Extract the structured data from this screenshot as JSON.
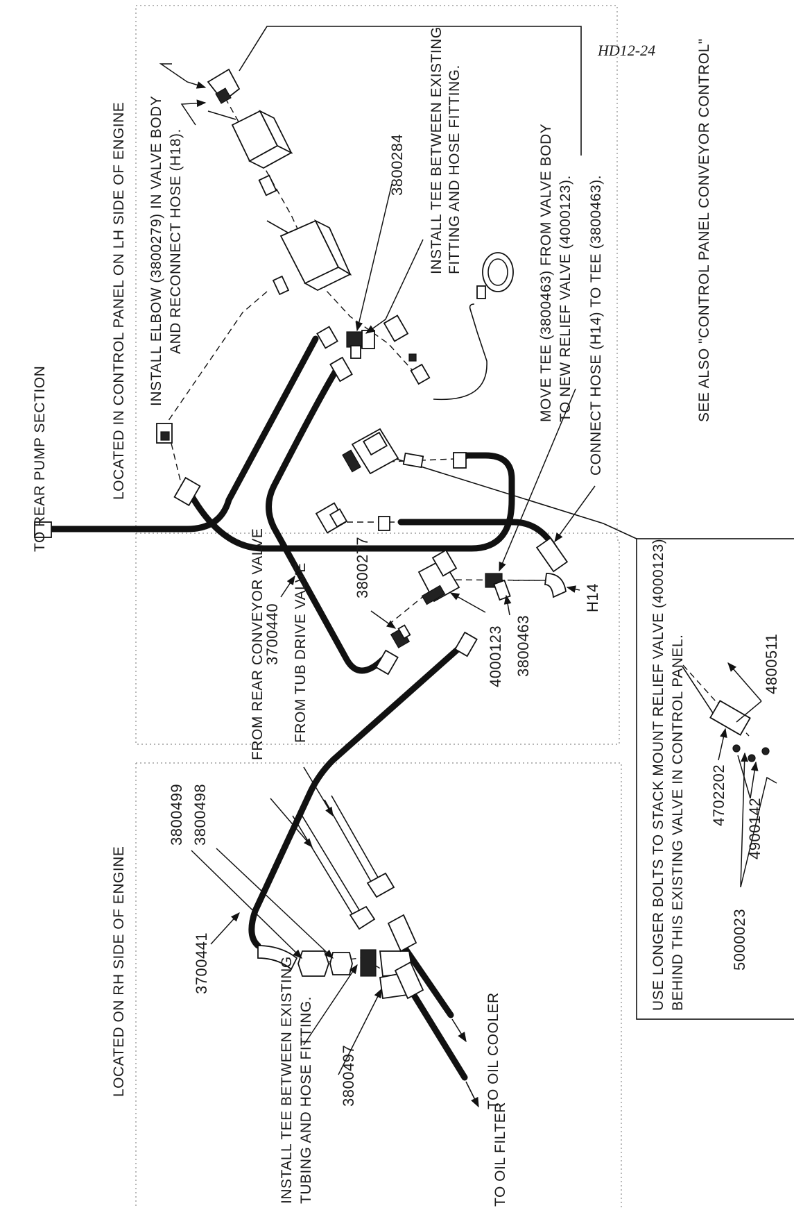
{
  "figure_ref": "HD12-24",
  "labels": {
    "rear_pump": "TO REAR PUMP SECTION",
    "control_panel": "LOCATED IN CONTROL PANEL ON LH SIDE OF ENGINE",
    "elbow_note_1": "INSTALL ELBOW (3800279) IN VALVE BODY",
    "elbow_note_2": "AND RECONNECT HOSE (H18).",
    "tee_note_1": "INSTALL TEE BETWEEN EXISTING",
    "tee_note_2": "FITTING AND HOSE FITTING.",
    "move_tee_1": "MOVE TEE (3800463) FROM VALVE BODY",
    "move_tee_2": "TO NEW RELIEF VALVE (4000123).",
    "connect_hose": "CONNECT HOSE (H14) TO TEE (3800463).",
    "see_also": "SEE ALSO \"CONTROL PANEL CONVEYOR CONTROL\"",
    "rh_side": "LOCATED ON RH SIDE OF ENGINE",
    "from_rear_conveyor": "FROM REAR CONVEYOR VALVE",
    "from_tub_drive": "FROM TUB DRIVE VALVE",
    "install_tee_bottom_1": "INSTALL TEE BETWEEN EXISTING",
    "install_tee_bottom_2": "TUBING AND HOSE FITTING.",
    "to_oil_cooler": "TO OIL COOLER",
    "to_oil_filter": "TO OIL FILTER",
    "longer_bolts_1": "USE LONGER BOLTS TO STACK MOUNT RELIEF VALVE (4000123)",
    "longer_bolts_2": "BEHIND THIS EXISTING VALVE IN CONTROL PANEL."
  },
  "part_numbers": {
    "p3800284": "3800284",
    "p3800277": "3800277",
    "p3700440": "3700440",
    "p4000123": "4000123",
    "p3800463": "3800463",
    "h14": "H14",
    "p3800499": "3800499",
    "p3800498": "3800498",
    "p3700441": "3700441",
    "p3800497": "3800497",
    "p4800511": "4800511",
    "p4702202": "4702202",
    "p4900142": "4900142",
    "p5000023": "5000023"
  }
}
